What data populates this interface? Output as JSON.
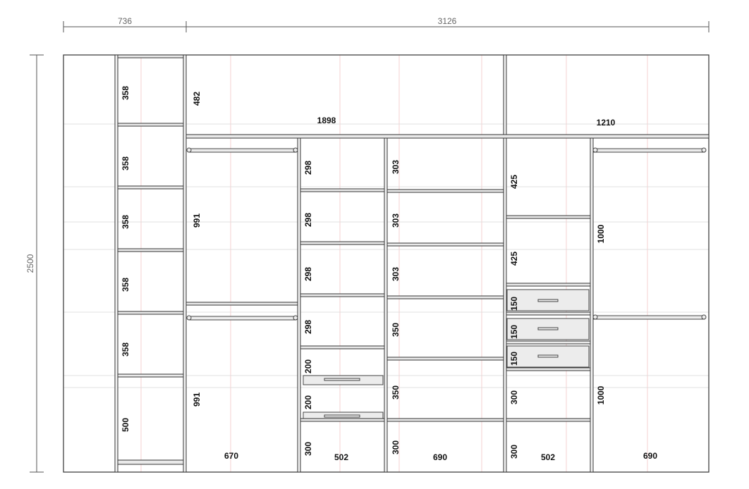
{
  "overall": {
    "width_left": "736",
    "width_right": "3126",
    "height": "2500"
  },
  "labels": {
    "col1": [
      "358",
      "358",
      "358",
      "358",
      "358",
      "500"
    ],
    "col2": [
      "482",
      "991",
      "991",
      "670"
    ],
    "top_shelf_left": "1898",
    "top_shelf_right": "1210",
    "col3": [
      "298",
      "298",
      "298",
      "298",
      "200",
      "200",
      "300",
      "502"
    ],
    "col4": [
      "303",
      "303",
      "303",
      "350",
      "350",
      "300",
      "690"
    ],
    "col5": [
      "425",
      "425",
      "150",
      "150",
      "150",
      "300",
      "300",
      "502"
    ],
    "col6": [
      "1000",
      "1000",
      "690"
    ]
  }
}
